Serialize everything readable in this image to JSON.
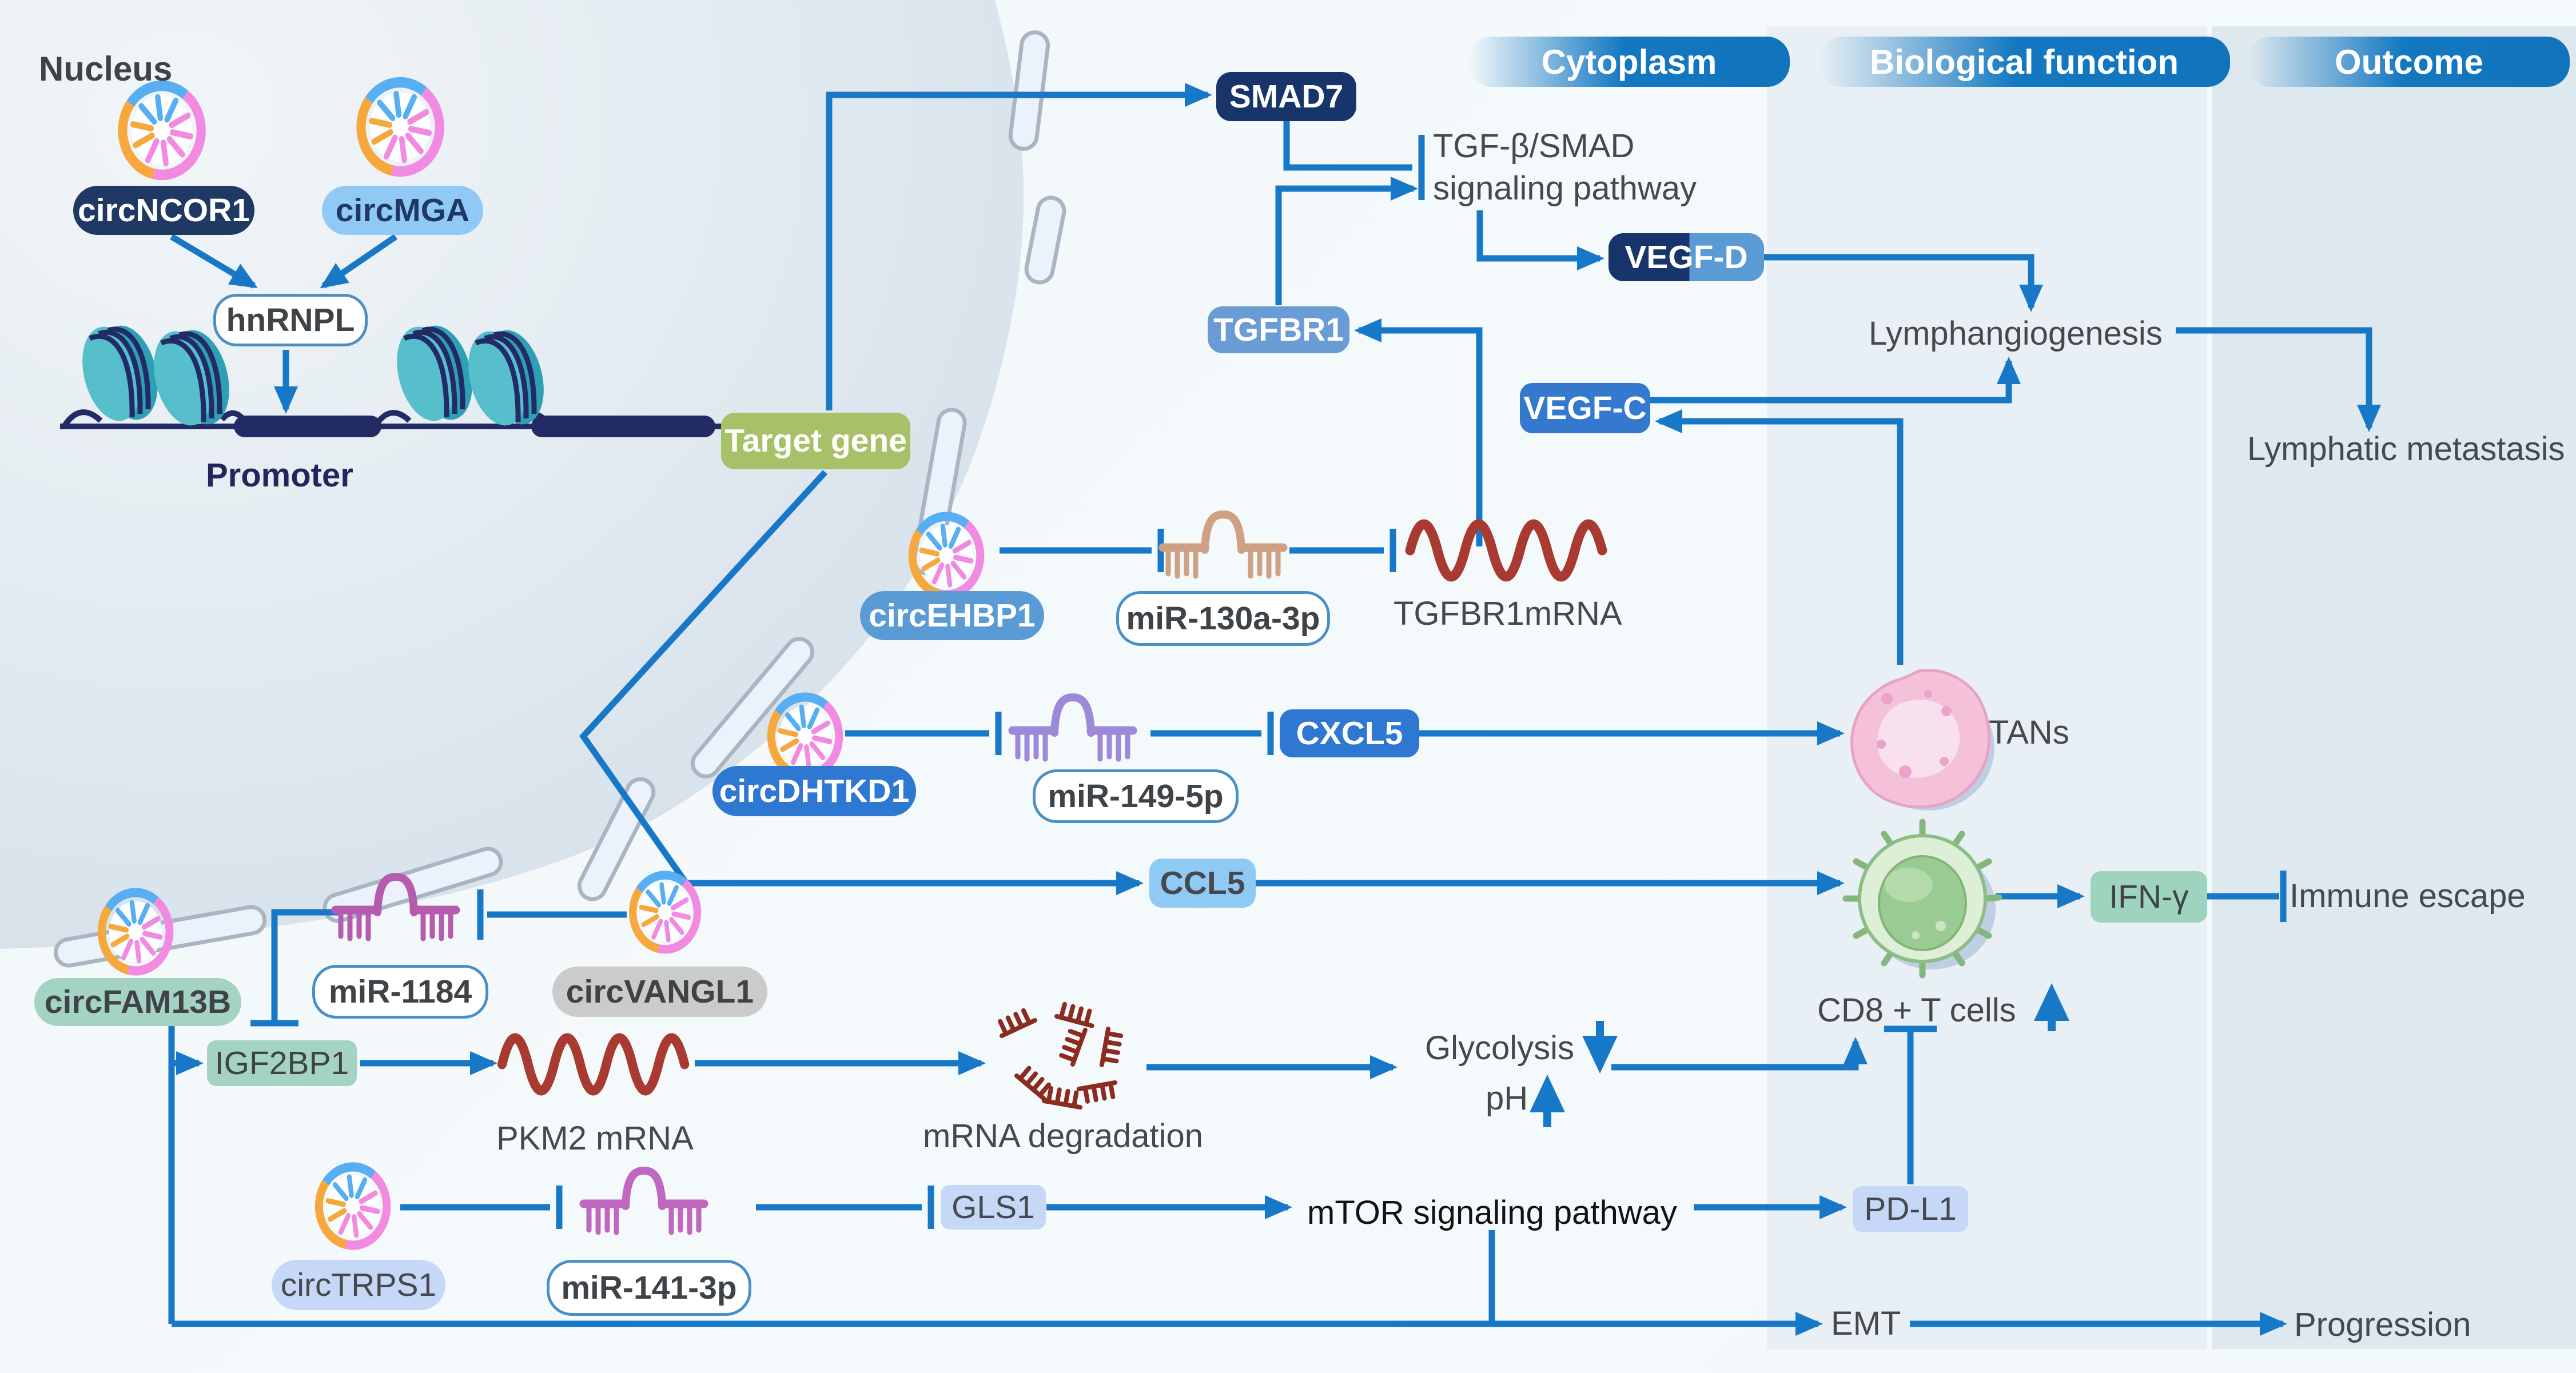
{
  "header": {
    "cytoplasm": "Cytoplasm",
    "biological_function": "Biological function",
    "outcome": "Outcome"
  },
  "labels": {
    "nucleus": "Nucleus",
    "circNCOR1": "circNCOR1",
    "circMGA": "circMGA",
    "hnRNPL": "hnRNPL",
    "promoter": "Promoter",
    "target_gene": "Target gene",
    "smad7": "SMAD7",
    "tgfb_line1": "TGF-β/SMAD",
    "tgfb_line2": "signaling pathway",
    "tgfbr1": "TGFBR1",
    "vegfd": "VEGF-D",
    "vegfc": "VEGF-C",
    "lymphangiogenesis": "Lymphangiogenesis",
    "lymphatic_metastasis": "Lymphatic metastasis",
    "circEHBP1": "circEHBP1",
    "mir130a": "miR-130a-3p",
    "tgfbr1mrna": "TGFBR1mRNA",
    "circDHTKD1": "circDHTKD1",
    "mir149": "miR-149-5p",
    "cxcl5": "CXCL5",
    "tans": "TANs",
    "ccl5": "CCL5",
    "cd8": "CD8 + T cells",
    "ifng": "IFN-γ",
    "immune_escape": "Immune escape",
    "circFAM13B": "circFAM13B",
    "mir1184": "miR-1184",
    "circVANGL1": "circVANGL1",
    "igf2bp1": "IGF2BP1",
    "pkm2": "PKM2 mRNA",
    "mrna_degradation": "mRNA degradation",
    "glycolysis": "Glycolysis",
    "ph": "pH",
    "circTRPS1": "circTRPS1",
    "mir141": "miR-141-3p",
    "gls1": "GLS1",
    "mtor": "mTOR signaling pathway",
    "pdl1": "PD-L1",
    "emt": "EMT",
    "progression": "Progression"
  },
  "icons": {
    "circRNA-icon": "circular sunburst ring (blue/pink/orange)",
    "miRNA-icon": "hairpin comb",
    "mRNA-icon": "red wavy line",
    "mRNA-fragments-icon": "scattered red comb fragments",
    "nucleosome-icon": "teal chromatin spools on DNA",
    "membrane-segment-icon": "nuclear envelope capsule",
    "TAN-cell-icon": "pink neutrophil cell",
    "CD8-cell-icon": "green T cell",
    "up-arrow-icon": "↑",
    "down-arrow-icon": "↓"
  },
  "colors": {
    "arrow_blue": "#1878C8",
    "navy": "#1F3864",
    "header_blue": "#1478C1",
    "mrna_red": "#A93A32",
    "teal_pill": "#A5D3C3",
    "periwinkle_pill": "#C6D7F8",
    "green_pill": "#A6C167",
    "band_bio": "#E9F0F5",
    "band_outcome": "#DDE8EF"
  }
}
